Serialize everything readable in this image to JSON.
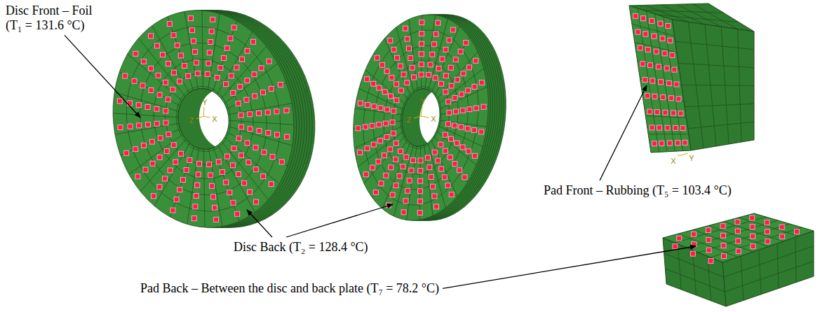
{
  "diagram": {
    "labels": [
      "Disc Front – Foil (T₁ = 131.6 °C)",
      "Disc Back (T₂ = 128.4 °C)",
      "Pad Front – Rubbing (T₅ = 103.4 °C)",
      "Pad Back – Between the disc and back plate (T₇ = 78.2 °C)",
      "Y",
      "Z",
      "X",
      "Y",
      "Z",
      "X",
      "X",
      "Y"
    ]
  }
}
